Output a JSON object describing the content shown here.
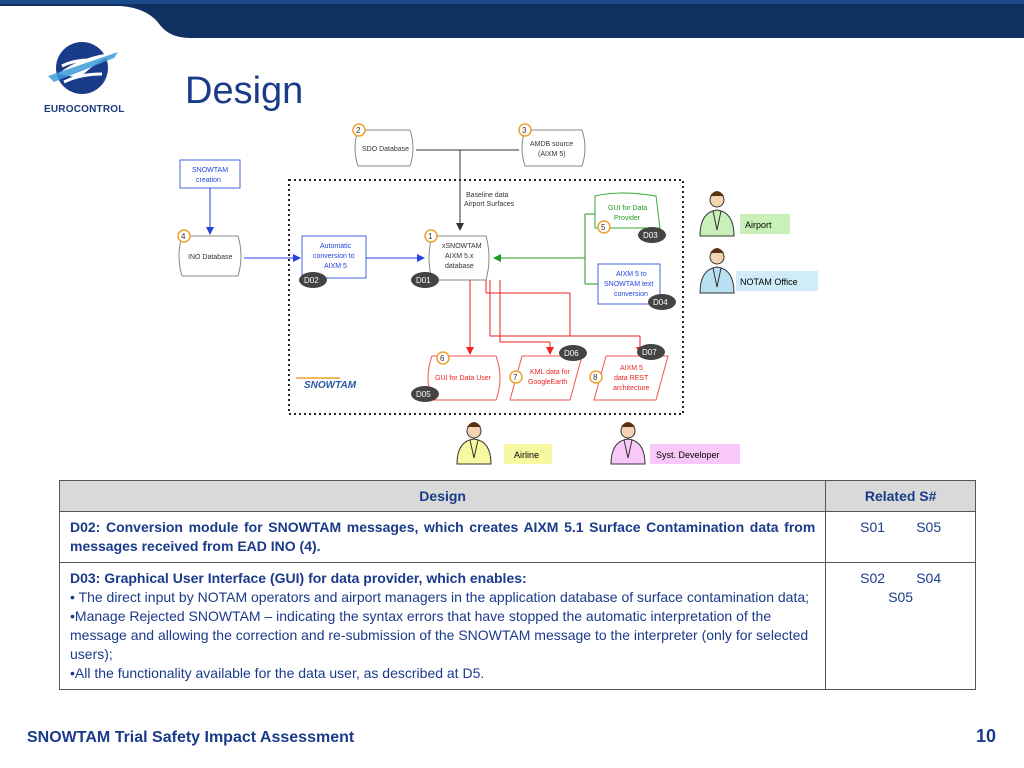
{
  "header": {
    "title": "Design",
    "logo_text": "EUROCONTROL"
  },
  "colors": {
    "brand": "#1a3a8a",
    "header_band": "#0f3060",
    "blue_flow": "#2244dd",
    "green_flow": "#229922",
    "red_flow": "#ee2222",
    "step_circle": "#f0a030",
    "d_label": "#444444"
  },
  "diagram": {
    "nodes": {
      "sdo": "SDO Database",
      "amdb_line1": "AMDB source",
      "amdb_line2": "(AIXM 5)",
      "snowtam_creation_line1": "SNOWTAM",
      "snowtam_creation_line2": "creation",
      "ino": "INO Database",
      "auto_conv_line1": "Automatic",
      "auto_conv_line2": "conversion to",
      "auto_conv_line3": "AIXM 5",
      "xsnowtam_line1": "xSNOWTAM",
      "xsnowtam_line2": "AIXM 5.x",
      "xsnowtam_line3": "database",
      "baseline_line1": "Baseline data",
      "baseline_line2": "Airport Surfaces",
      "gui_provider_line1": "GUI for Data",
      "gui_provider_line2": "Provider",
      "aixm_to_snowtam_line1": "AIXM 5 to",
      "aixm_to_snowtam_line2": "SNOWTAM text",
      "aixm_to_snowtam_line3": "conversion",
      "gui_user": "GUI for Data User",
      "kml_line1": "KML data for",
      "kml_line2": "GoogleEarth",
      "rest_line1": "AIXM 5",
      "rest_line2": "data  REST",
      "rest_line3": "architecture",
      "snowtam_logo": "SNOWTAM"
    },
    "steps": [
      "1",
      "2",
      "3",
      "4",
      "5",
      "6",
      "7",
      "8"
    ],
    "d_labels": {
      "d01": "D01",
      "d02": "D02",
      "d03": "D03",
      "d04": "D04",
      "d05": "D05",
      "d06": "D06",
      "d07": "D07"
    },
    "actors": {
      "airport": "Airport",
      "notam_office": "NOTAM Office",
      "airline": "Airline",
      "syst_developer": "Syst. Developer"
    }
  },
  "table": {
    "headers": {
      "design": "Design",
      "related": "Related S#"
    },
    "rows": [
      {
        "design_text": "D02: Conversion module for SNOWTAM messages, which creates AIXM 5.1 Surface Contamination data from messages received from EAD INO (4).",
        "related_line1": "S01        S05",
        "related_line2": ""
      },
      {
        "title": "D03: Graphical User Interface (GUI) for data provider, which enables:",
        "bullet1": "• The direct input by NOTAM operators and airport managers in the application database of surface contamination data;",
        "bullet2": "•Manage Rejected SNOWTAM – indicating the syntax errors that have stopped the automatic interpretation of the message and allowing the correction and re-submission of the SNOWTAM message to the interpreter (only for selected users);",
        "bullet3": "•All the functionality available for the data user, as described at D5.",
        "related_line1": "S02        S04",
        "related_line2": "S05"
      }
    ]
  },
  "footer": {
    "text": "SNOWTAM Trial Safety Impact Assessment",
    "page": "10"
  }
}
